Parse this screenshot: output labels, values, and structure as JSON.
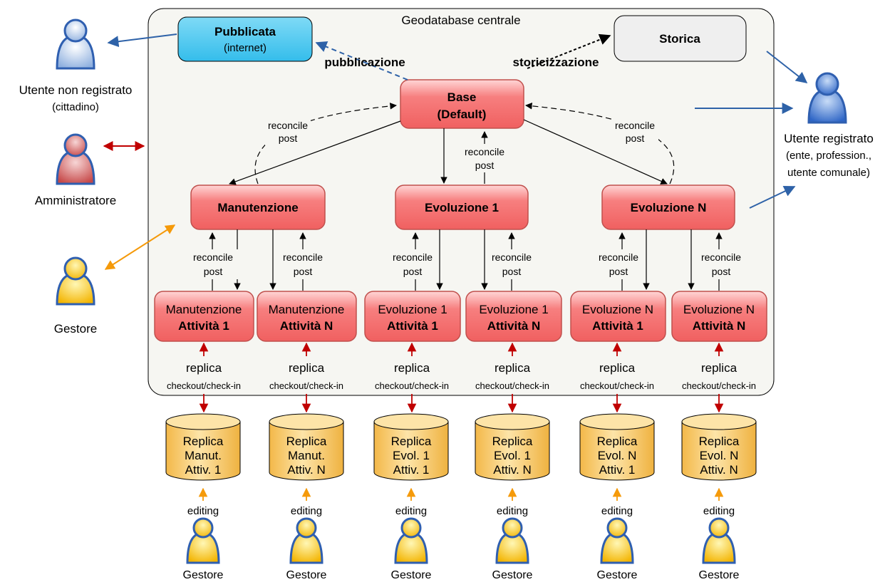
{
  "container_title": "Geodatabase centrale",
  "versions": {
    "pubblicata": {
      "title": "Pubblicata",
      "sub": "(internet)"
    },
    "storica": {
      "title": "Storica"
    },
    "base": {
      "line1": "Base",
      "line2": "(Default)"
    },
    "manutenzione": "Manutenzione",
    "evoluzione1": "Evoluzione 1",
    "evoluzioneN": "Evoluzione N"
  },
  "edge_labels": {
    "pubblicazione": "pubblicazione",
    "storicizzazione": "storicizzazione",
    "reconcile": "reconcile",
    "post": "post",
    "replica": "replica",
    "checkout": "checkout/check-in",
    "editing": "editing"
  },
  "activities": [
    {
      "line1": "Manutenzione",
      "line2": "Attività 1"
    },
    {
      "line1": "Manutenzione",
      "line2": "Attività N"
    },
    {
      "line1": "Evoluzione 1",
      "line2": "Attività 1"
    },
    {
      "line1": "Evoluzione 1",
      "line2": "Attività N"
    },
    {
      "line1": "Evoluzione N",
      "line2": "Attività 1"
    },
    {
      "line1": "Evoluzione N",
      "line2": "Attività N"
    }
  ],
  "replicas": [
    {
      "l1": "Replica",
      "l2": "Manut.",
      "l3": "Attiv. 1"
    },
    {
      "l1": "Replica",
      "l2": "Manut.",
      "l3": "Attiv. N"
    },
    {
      "l1": "Replica",
      "l2": "Evol. 1",
      "l3": "Attiv. 1"
    },
    {
      "l1": "Replica",
      "l2": "Evol. 1",
      "l3": "Attiv. N"
    },
    {
      "l1": "Replica",
      "l2": "Evol. N",
      "l3": "Attiv. 1"
    },
    {
      "l1": "Replica",
      "l2": "Evol. N",
      "l3": "Attiv. N"
    }
  ],
  "actors": {
    "utente_non_registrato": {
      "line1": "Utente non registrato",
      "line2": "(cittadino)"
    },
    "amministratore": "Amministratore",
    "gestore": "Gestore",
    "utente_registrato": {
      "line1": "Utente registrato",
      "line2": "(ente, profession.,",
      "line3": "utente comunale)"
    }
  },
  "colors": {
    "version_box": "#f47a7a",
    "version_border": "#c0504d",
    "pubblicata": "#4dc8f0",
    "storica": "#efefef",
    "replica_db": "#f6c766",
    "arrow_blue": "#2e62a8",
    "arrow_red": "#c00000",
    "arrow_orange": "#f59a0a",
    "container": "#f6f6f2"
  },
  "icons": {
    "user_blue": "user-blue-icon",
    "user_red": "user-red-icon",
    "user_yellow": "user-yellow-icon",
    "database": "database-cylinder-icon"
  }
}
